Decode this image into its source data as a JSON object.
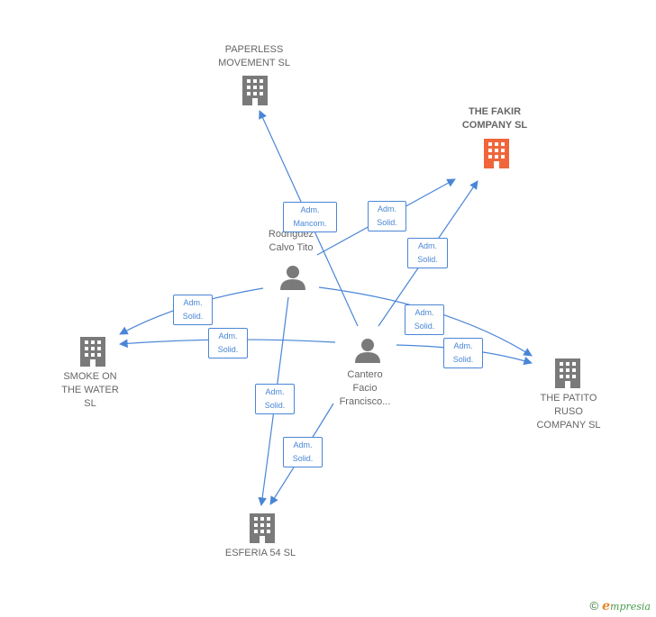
{
  "colors": {
    "edge": "#4a86d6",
    "node": "#7a7a7a",
    "highlight": "#f0663a",
    "text": "#666666"
  },
  "nodes": {
    "paperless": {
      "label": "PAPERLESS\nMOVEMENT  SL",
      "icon": "building-icon"
    },
    "fakir": {
      "label": "THE FAKIR\nCOMPANY  SL",
      "icon": "building-icon"
    },
    "rodriguez": {
      "label": "Rodriguez\nCalvo Tito",
      "icon": "person-icon"
    },
    "smoke": {
      "label": "SMOKE ON\nTHE WATER\nSL",
      "icon": "building-icon"
    },
    "cantero": {
      "label": "Cantero\nFacio\nFrancisco...",
      "icon": "person-icon"
    },
    "patito": {
      "label": "THE PATITO\nRUSO\nCOMPANY  SL",
      "icon": "building-icon"
    },
    "esferia": {
      "label": "ESFERIA 54 SL",
      "icon": "building-icon"
    }
  },
  "edges": {
    "e1": "Adm.\nMancom.",
    "e2": "Adm.\nSolid.",
    "e3": "Adm.\nSolid.",
    "e4": "Adm.\nSolid.",
    "e5": "Adm.\nSolid.",
    "e6": "Adm.\nSolid.",
    "e7": "Adm.\nSolid.",
    "e8": "Adm.\nSolid.",
    "e9": "Adm.\nSolid."
  },
  "footer": {
    "copyright": "©",
    "brand_e": "e",
    "brand_rest": "mpresia"
  }
}
